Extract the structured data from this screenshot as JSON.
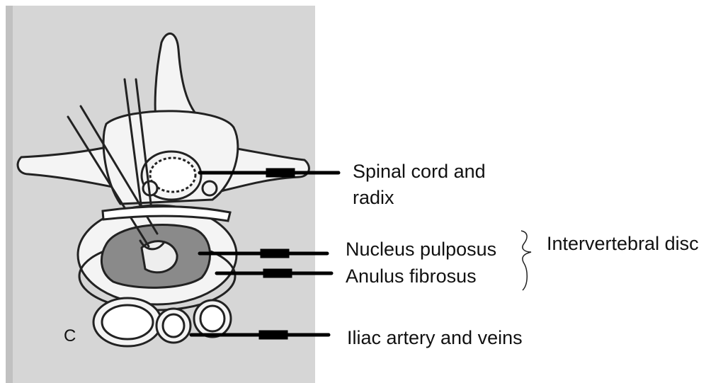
{
  "figure": {
    "panel_letter": "C",
    "photo_background": "#d9d9d9",
    "line_color": "#222222",
    "nucleus_fill": "#8a8a8a",
    "pointer_color": "#000000"
  },
  "labels": {
    "spinal_cord_line1": "Spinal cord and",
    "spinal_cord_line2": "radix",
    "nucleus": "Nucleus pulposus",
    "anulus": "Anulus fibrosus",
    "disc": "Intervertebral disc",
    "iliac": "Iliac artery and veins"
  }
}
